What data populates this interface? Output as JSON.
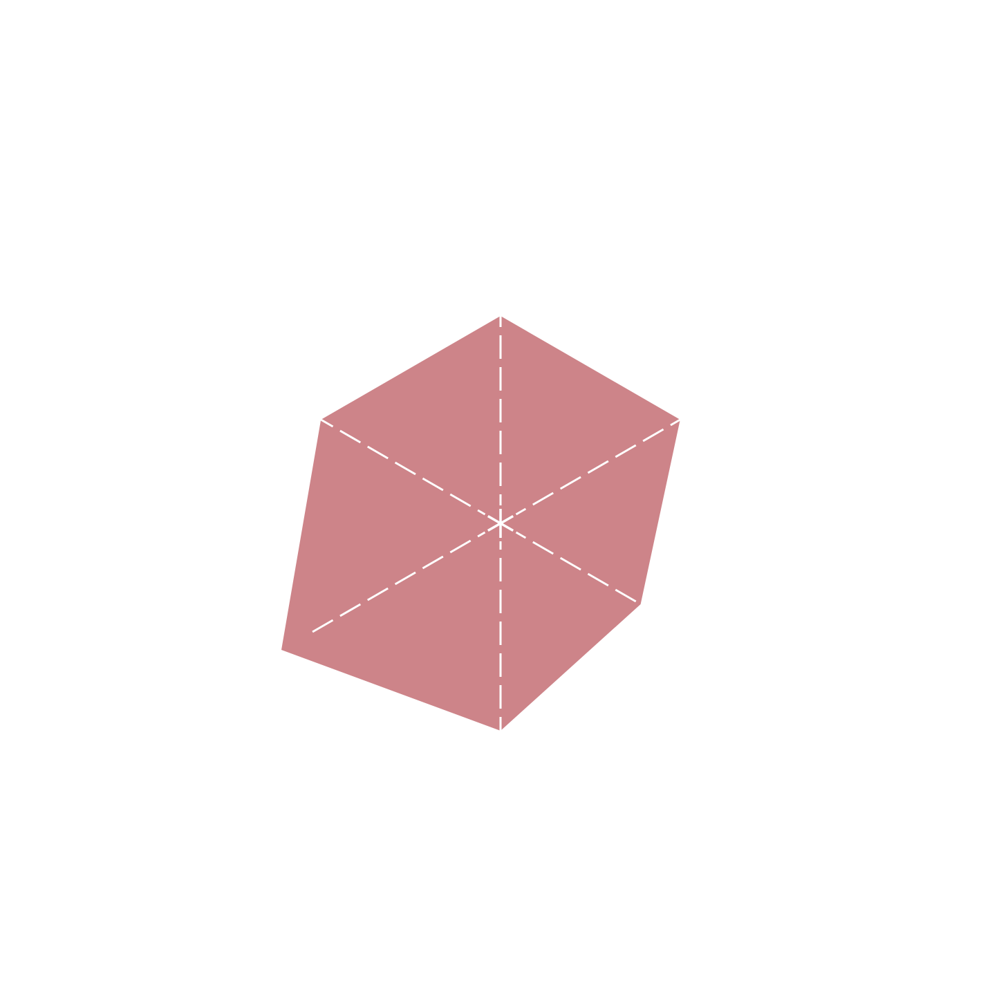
{
  "chart_data": {
    "type": "radar",
    "axes": [
      "",
      "",
      "",
      "",
      "",
      ""
    ],
    "series": [
      {
        "values": [
          1.0,
          1.0,
          0.78,
          1.0,
          1.22,
          1.0
        ],
        "color": "#cd8489"
      }
    ],
    "rlim": [
      0,
      1
    ],
    "grid": true,
    "grid_color": "#ffffff",
    "grid_style": "dashed",
    "center_marker": "asterisk",
    "legend": "none",
    "title": ""
  }
}
